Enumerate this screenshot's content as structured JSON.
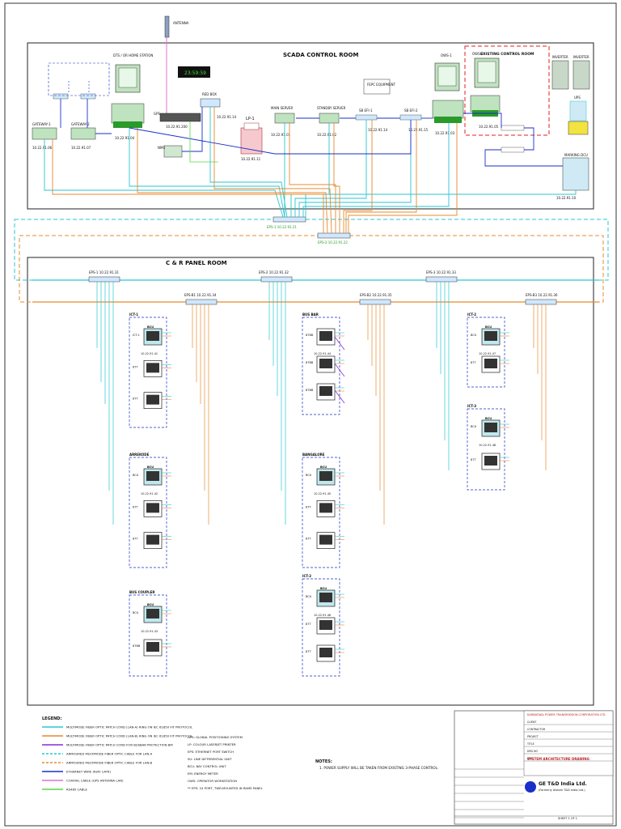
{
  "rooms": {
    "scada": "SCADA CONTROL ROOM",
    "cr_panel": "C & R PANEL ROOM",
    "existing": "EXISTING CONTROL ROOM"
  },
  "top": {
    "antenna": "ANTENNA",
    "clock_display": "23:59:59",
    "gps": "GPS",
    "redbox": "RED BOX",
    "redbox_ip": "10.22.91.14",
    "gps_ip": "10.22.91.200",
    "nms": "NMS",
    "lp": "LP-1",
    "lp_ip": "10.22.91.11",
    "dts": "DTS / OR\nHOME STATION",
    "dts_ip": "10.22.91.04",
    "gateway1": "GATEWAY-1",
    "gateway1_ip": "10.22.91.06",
    "gateway2": "GATEWAY-2",
    "gateway2_ip": "10.22.91.07",
    "main_server": "MAIN SERVER",
    "main_server_ip": "10.22.91.01",
    "standby_server": "STANDBY SERVER",
    "standby_server_ip": "10.22.91.02",
    "fepc": "FEPC\nEQUIPMENT",
    "sbe1": "SB EFI-1",
    "sbe1_ip": "10.22.91.14",
    "sbe2": "SB EFI-2",
    "sbe2_ip": "10.22.91.15",
    "ows1": "OWS-1",
    "ows1_ip": "10.22.91.03",
    "ows2": "OWS-2",
    "ows2_ip": "10.22.91.05",
    "inverter1": "INVERTER",
    "inverter2": "INVERTER",
    "ups": "UPS",
    "marking_dcu": "MARKING DCU",
    "marking_ip": "10.22.91.10"
  },
  "switches": {
    "eps1": "EPS-1 10.22.91.21",
    "eps2": "EPS-2 10.22.91.22",
    "eps_s1": "EPS-1 10.22.91.31",
    "eps_s2": "EPS-2 10.22.91.32",
    "eps_s3": "EPS-3 10.22.91.33",
    "eps_b1": "EPS-B1 10.22.91.34",
    "eps_b2": "EPS-B2 10.22.91.35",
    "eps_b3": "EPS-B3 10.22.91.36"
  },
  "bays": [
    {
      "id": "ict1",
      "title": "ICT-1",
      "bcu": "BCU",
      "ip": "10.22.91.41",
      "relays": [
        "ICT-1",
        "87T",
        "87T"
      ]
    },
    {
      "id": "arreni",
      "title": "ARREKODE",
      "bcu": "BCU",
      "ip": "10.22.91.42",
      "relays": [
        "BCU",
        "87T",
        "87T"
      ]
    },
    {
      "id": "buscoupler",
      "title": "BUS COUPLER",
      "bcu": "BCU",
      "ip": "10.22.91.43",
      "relays": [
        "BCU",
        "87BB"
      ]
    },
    {
      "id": "busbar",
      "title": "BUS BAR",
      "bcu": "",
      "ip": "10.22.91.44",
      "relays": [
        "87BB",
        "87BB",
        "87BB"
      ]
    },
    {
      "id": "bangalore",
      "title": "BANGALORE",
      "bcu": "BCU",
      "ip": "10.22.91.45",
      "relays": [
        "BCU",
        "87T",
        "87T"
      ]
    },
    {
      "id": "ict2b",
      "title": "ICT-2",
      "bcu": "BCU",
      "ip": "10.22.91.46",
      "relays": [
        "BCU",
        "87T",
        "87T"
      ]
    },
    {
      "id": "ict2",
      "title": "ICT-2",
      "bcu": "BCU",
      "ip": "10.22.91.47",
      "relays": [
        "BCU",
        "87T"
      ]
    },
    {
      "id": "ict3",
      "title": "ICT-3",
      "bcu": "BCU",
      "ip": "10.22.91.48",
      "relays": [
        "BCU",
        "87T"
      ]
    }
  ],
  "legend": {
    "title": "LEGEND:",
    "items": [
      {
        "color": "#2ac6d0",
        "text": "MULTIMODE FIBER OPTIC PATCH CORD (LAN-A) RING ON IEC 61850 FIT PROTOCOL"
      },
      {
        "color": "#e8892e",
        "text": "MULTIMODE FIBER OPTIC PATCH CORD (LAN-B) RING ON IEC 61850 FIT PROTOCOL"
      },
      {
        "color": "#8a2bd6",
        "text": "MULTIMODE FIBER OPTIC PATCH CORD FOR BUSBAR PROTECTION BM"
      },
      {
        "color": "#2ac6d0",
        "text": "ARMOURED MULTIMODE FIBER OPTIC CABLE FOR LAN-A",
        "dash": true
      },
      {
        "color": "#e8892e",
        "text": "ARMOURED MULTIMODE FIBER OPTIC CABLE FOR LAN-B",
        "dash": true
      },
      {
        "color": "#1a2fc9",
        "text": "ETHERNET WIRE (RJ45 CAT6)"
      },
      {
        "color": "#e070c8",
        "text": "COAXIAL CABLE (GPS ANTENNA LAN)"
      },
      {
        "color": "#5ad646",
        "text": "RS485 CABLE"
      }
    ],
    "abbr": [
      "GPS: GLOBAL POSITIONING SYSTEM",
      "LP: COLOUR LASERJET PRINTER",
      "EPS: ETHERNET PORT SWITCH",
      "SU: LINE DIFFERENTIAL UNIT",
      "BCU: BAY CONTROL UNIT",
      "EM: ENERGY METER",
      "OWS: OPERATOR WORKSTATION",
      "** EPS: 24 PORT, TWR-MOUNTED IN RAMS PANEL"
    ],
    "notes_title": "NOTES:",
    "notes": "1. POWER SUPPLY WILL BE TAKEN FROM EXISTING 3-PHASE CONTROL."
  },
  "titleblock": {
    "client": "KARNATAKA POWER TRANSMISSION CORPORATION LTD",
    "company": "GE T&D India Ltd.",
    "company_sub": "(Formerly Alstom T&D India Ltd.)",
    "drawing": "SYSTEM ARCHITECTURE DRAWING",
    "rows": [
      "CLIENT",
      "CONTRACTOR",
      "PROJECT",
      "TITLE",
      "DRG NO",
      "REV"
    ],
    "sheet": "SHEET 1 OF 1"
  },
  "colors": {
    "lanA": "#2ac6d0",
    "lanB": "#e8892e",
    "eth": "#1a2fc9",
    "coax": "#e070c8",
    "rs485": "#5ad646",
    "busbar": "#8a2bd6",
    "existing": "#e02020"
  }
}
